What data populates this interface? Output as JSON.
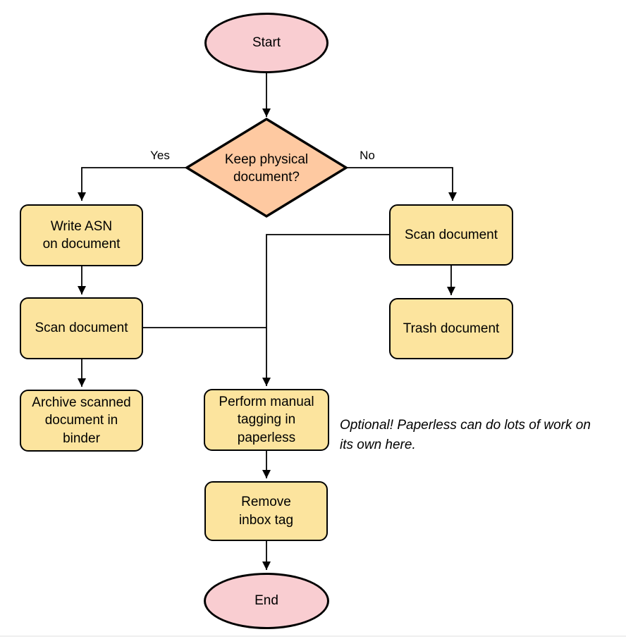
{
  "diagram": {
    "type": "flowchart",
    "background": "#ffffff",
    "colors": {
      "terminator_fill": "#f9cdd1",
      "decision_fill": "#fec9a1",
      "process_fill": "#fce49e",
      "stroke": "#000000",
      "text": "#000000"
    },
    "nodes": {
      "start": {
        "shape": "ellipse",
        "label": "Start"
      },
      "decision": {
        "shape": "diamond",
        "label": [
          "Keep physical",
          "document?"
        ]
      },
      "write_asn": {
        "shape": "rect",
        "label": [
          "Write ASN",
          "on document"
        ]
      },
      "scan_left": {
        "shape": "rect",
        "label": "Scan document"
      },
      "archive": {
        "shape": "rect",
        "label": [
          "Archive scanned",
          "document in",
          "binder"
        ]
      },
      "scan_right": {
        "shape": "rect",
        "label": "Scan document"
      },
      "trash": {
        "shape": "rect",
        "label": "Trash document"
      },
      "tagging": {
        "shape": "rect",
        "label": [
          "Perform manual",
          "tagging in",
          "paperless"
        ]
      },
      "remove_inbox": {
        "shape": "rect",
        "label": [
          "Remove",
          "inbox tag"
        ]
      },
      "end": {
        "shape": "ellipse",
        "label": "End"
      }
    },
    "edge_labels": {
      "yes": "Yes",
      "no": "No"
    },
    "annotation": {
      "text": [
        "Optional! Paperless can do lots of work on",
        "its own here."
      ]
    }
  }
}
